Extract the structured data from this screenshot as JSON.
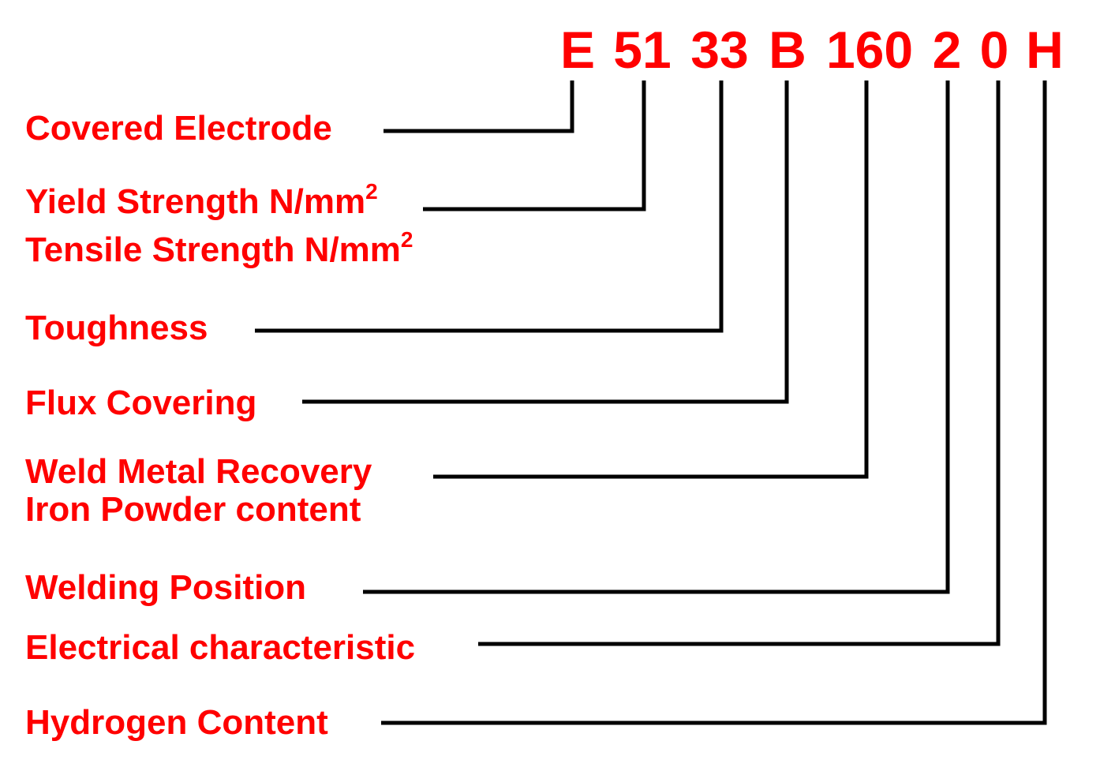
{
  "colors": {
    "text": "#ff0000",
    "lines": "#000000",
    "background": "#ffffff"
  },
  "designation": {
    "parts": [
      "E",
      "51",
      "33",
      "B",
      "160",
      "2",
      "0",
      "H"
    ]
  },
  "labels": {
    "covered_electrode": "Covered Electrode",
    "yield_strength": "Yield Strength N/mm",
    "yield_strength_sup": "2",
    "tensile_strength": "Tensile Strength N/mm",
    "tensile_strength_sup": "2",
    "toughness": "Toughness",
    "flux_covering": "Flux Covering",
    "weld_metal_recovery": "Weld Metal Recovery",
    "iron_powder_content": "Iron Powder content",
    "welding_position": "Welding Position",
    "electrical_characteristic": "Electrical characteristic",
    "hydrogen_content": "Hydrogen Content"
  }
}
